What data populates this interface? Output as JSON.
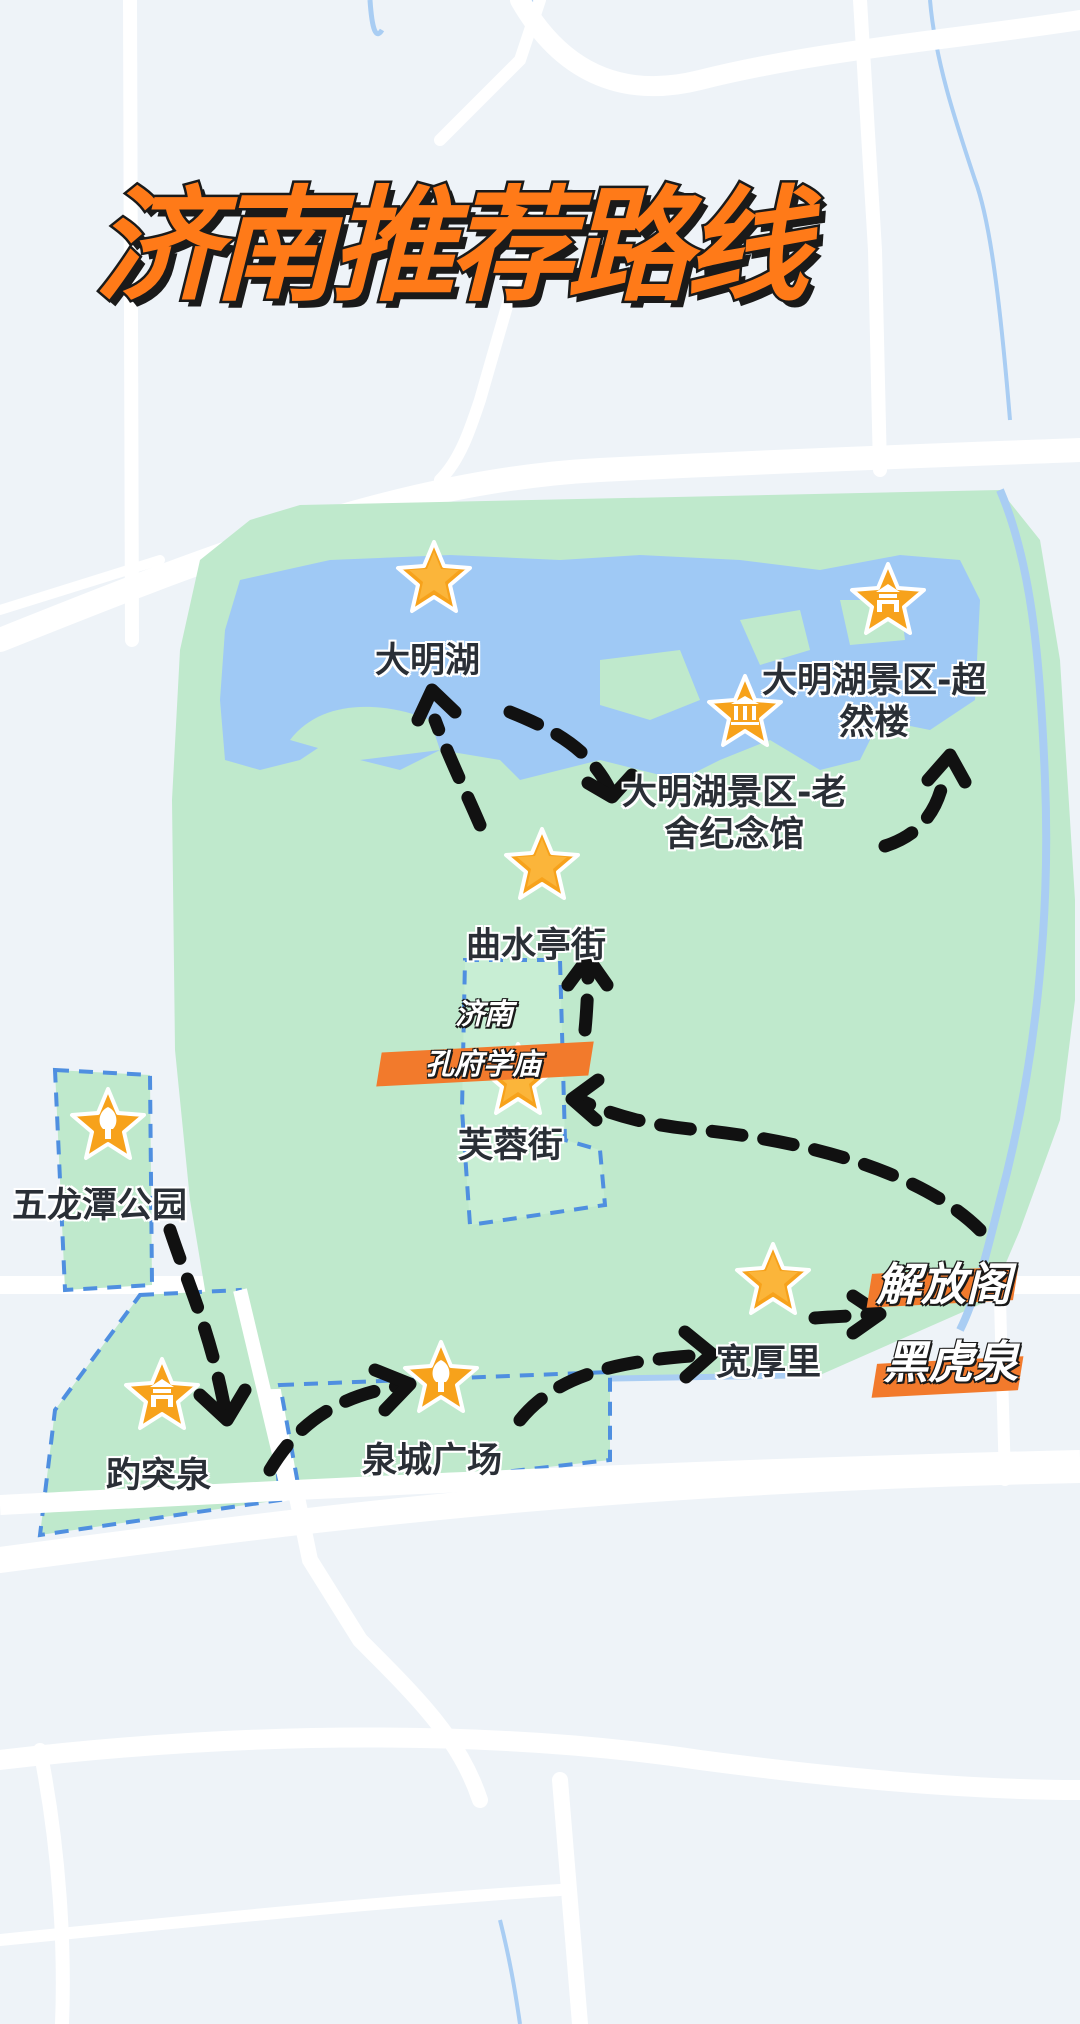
{
  "title": "济南推荐路线",
  "colors": {
    "background": "#eef3f8",
    "road": "#ffffff",
    "park_green": "#bfe9cc",
    "lake_blue": "#9fc9f5",
    "poi_orange": "#f7a21b",
    "route_black": "#111111",
    "tag_orange": "#f27a2c"
  },
  "pois": {
    "daminghu": {
      "label": "大明湖",
      "icon": "star-icon"
    },
    "chaoranlou": {
      "label": "大明湖景区-超然楼",
      "icon": "pagoda-icon"
    },
    "laoshe": {
      "label": "大明湖景区-老舍纪念馆",
      "icon": "museum-icon"
    },
    "qushuiting": {
      "label": "曲水亭街",
      "icon": "star-icon"
    },
    "furongjie": {
      "label": "芙蓉街",
      "icon": "star-icon"
    },
    "wulongtan": {
      "label": "五龙潭公园",
      "icon": "tree-icon"
    },
    "baotuquan": {
      "label": "趵突泉",
      "icon": "pagoda-icon"
    },
    "quanchengguangchang": {
      "label": "泉城广场",
      "icon": "tree-icon"
    },
    "kuanhouli": {
      "label": "宽厚里",
      "icon": "star-icon"
    }
  },
  "labels": {
    "chaoranlou_line1": "大明湖景区-超",
    "chaoranlou_line2": "然楼",
    "laoshe_line1": "大明湖景区-老",
    "laoshe_line2": "舍纪念馆"
  },
  "tags": {
    "jinan": "济南",
    "kongfu": "孔府学庙",
    "jiefangge": "解放阁",
    "heihuquan": "黑虎泉"
  },
  "route_order": [
    "趵突泉",
    "泉城广场",
    "宽厚里",
    "解放阁",
    "黑虎泉",
    "孔府学庙",
    "曲水亭街",
    "大明湖",
    "大明湖景区-老舍纪念馆",
    "大明湖景区-超然楼"
  ]
}
